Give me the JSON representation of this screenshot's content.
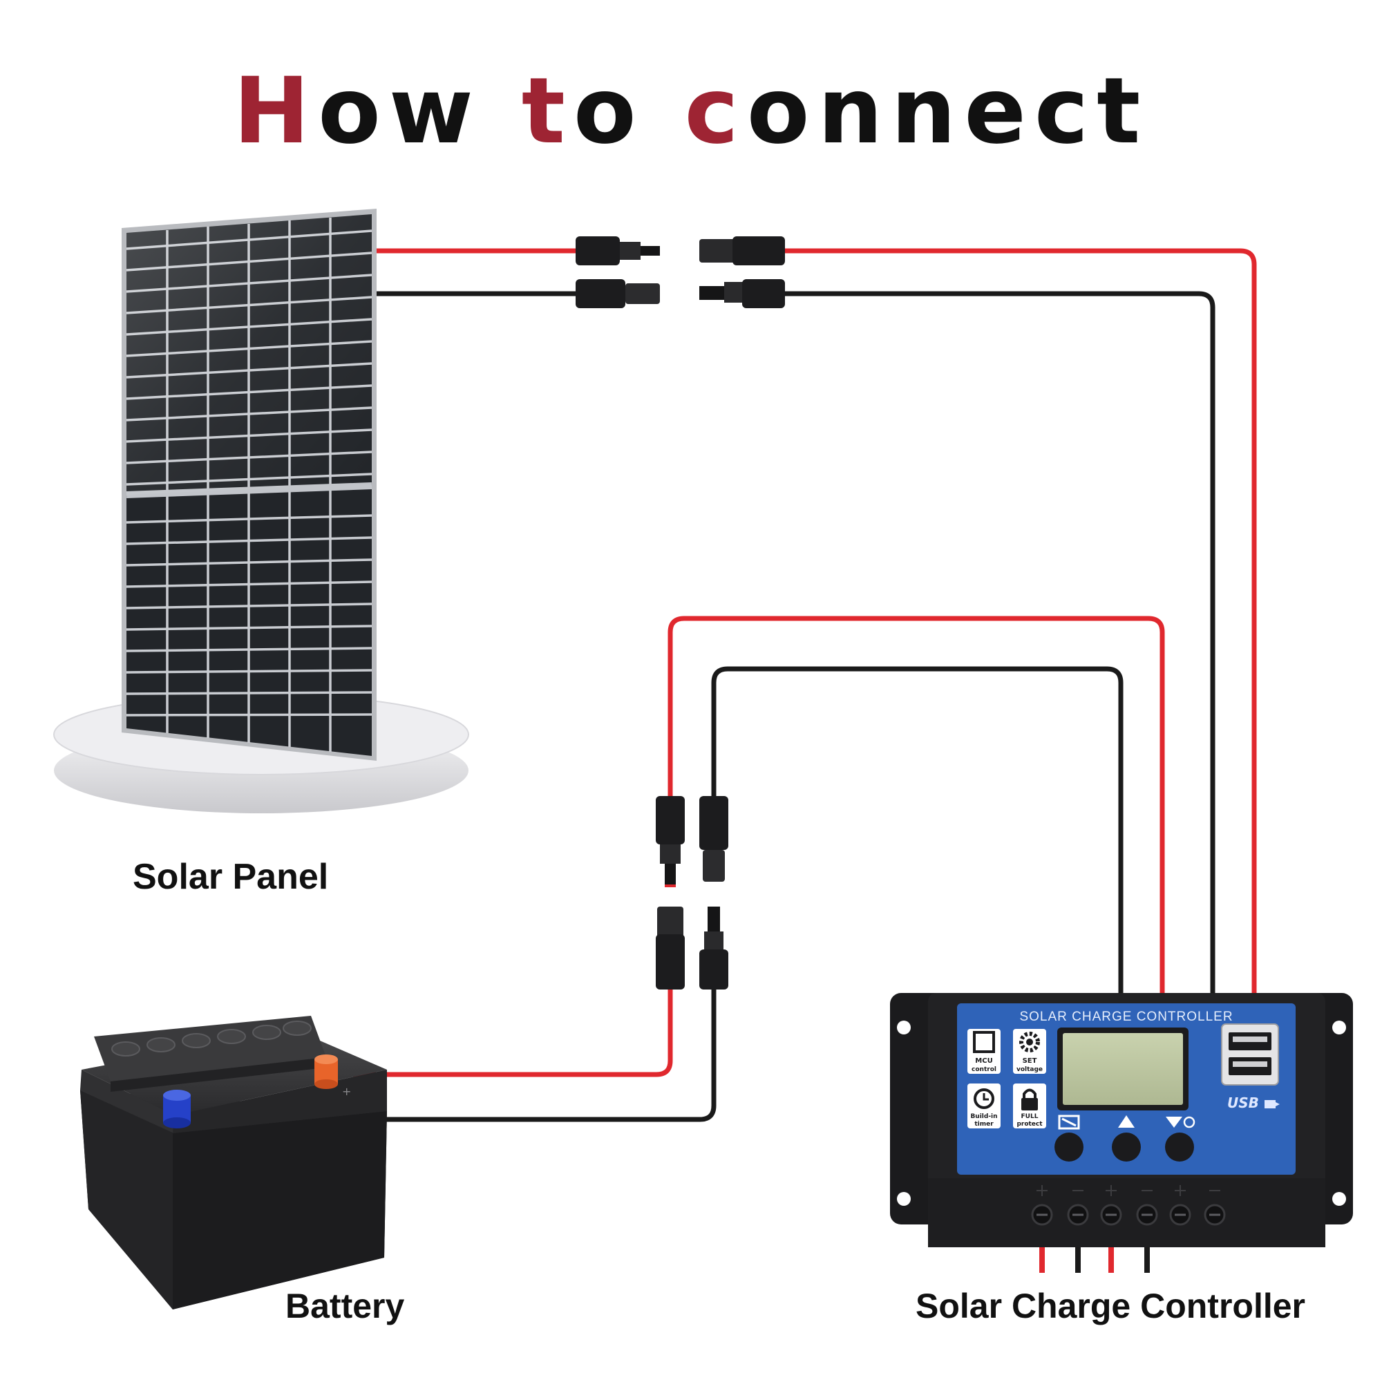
{
  "title": {
    "parts": [
      {
        "text": "H",
        "highlight": true
      },
      {
        "text": "ow ",
        "highlight": false
      },
      {
        "text": "t",
        "highlight": true
      },
      {
        "text": "o ",
        "highlight": false
      },
      {
        "text": "c",
        "highlight": true
      },
      {
        "text": "onnect",
        "highlight": false
      }
    ]
  },
  "labels": {
    "solar_panel": "Solar Panel",
    "battery": "Battery",
    "controller": "Solar Charge Controller"
  },
  "controller": {
    "panel_title": "SOLAR CHARGE CONTROLLER",
    "mcu_label_1": "MCU",
    "mcu_label_2": "control",
    "set_label_1": "SET",
    "set_label_2": "voltage",
    "timer_label_1": "Build-in",
    "timer_label_2": "timer",
    "protect_label_1": "FULL",
    "protect_label_2": "protect",
    "usb_label": "USB"
  },
  "colors": {
    "title_highlight": "#9e2433",
    "wire_positive": "#e0282e",
    "wire_negative": "#1a1a1a",
    "controller_face": "#2f63b8",
    "battery_positive_cap": "#e8642a",
    "battery_negative_cap": "#2541c8"
  }
}
